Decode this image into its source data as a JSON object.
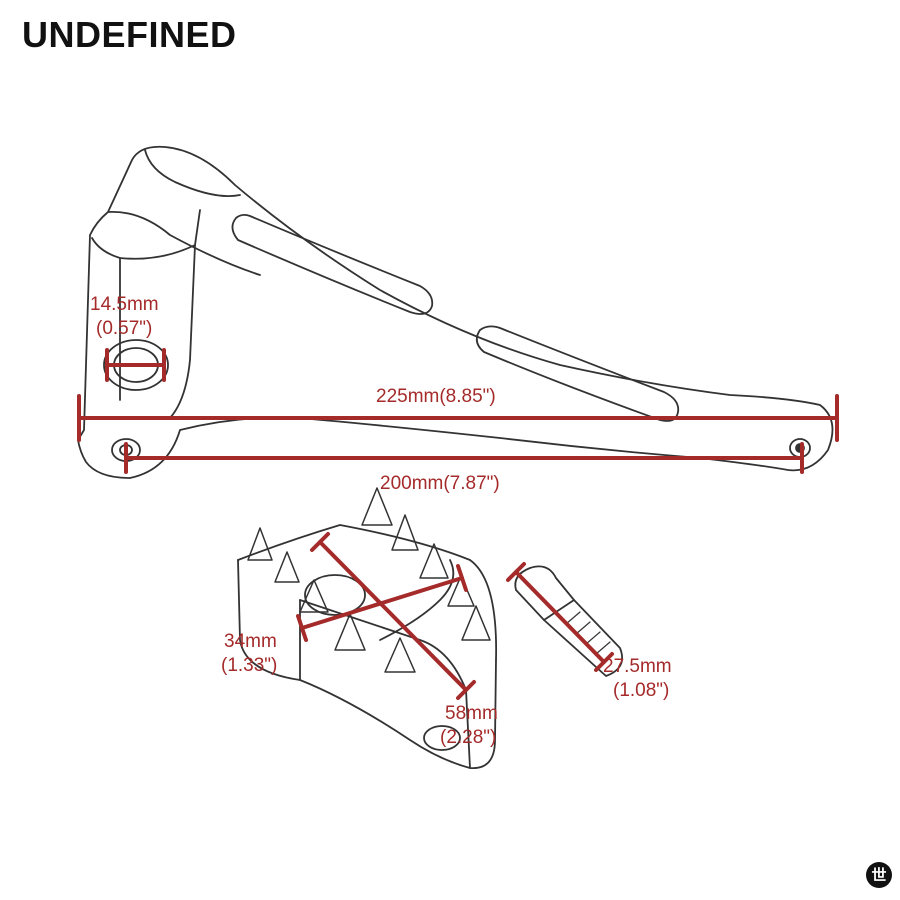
{
  "brand": {
    "text": "UNDEFINED"
  },
  "colors": {
    "dimension": "#a52a2a",
    "outline": "#333333",
    "text": "#111111"
  },
  "dimensions": {
    "pivot_hole": {
      "mm": "14.5mm",
      "inch": "(0.57\")"
    },
    "overall_length": {
      "label": "225mm(8.85\")"
    },
    "hole_spacing": {
      "label": "200mm(7.87\")"
    },
    "peg_height": {
      "mm": "34mm",
      "inch": "(1.33\")"
    },
    "peg_length": {
      "mm": "58mm",
      "inch": "(2.28\")"
    },
    "bolt_length": {
      "mm": "27.5mm",
      "inch": "(1.08\")"
    }
  },
  "badge": {
    "glyph": "世",
    "icon": "logo-badge-icon"
  }
}
